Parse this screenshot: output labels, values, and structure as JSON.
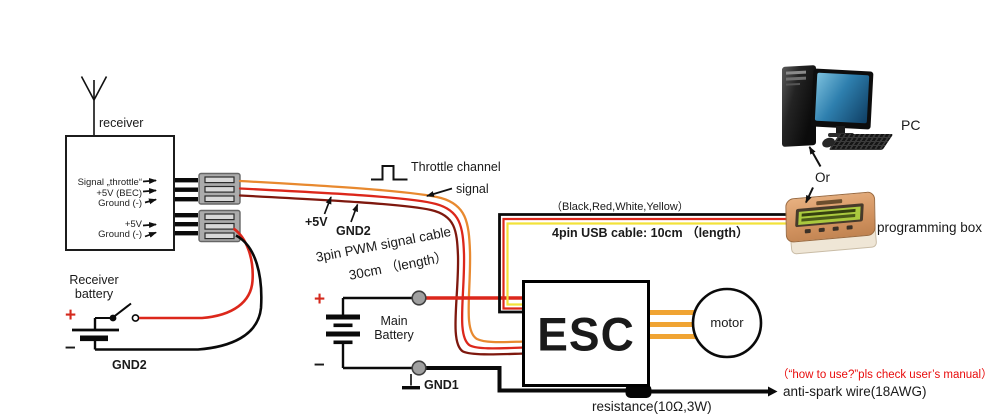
{
  "receiver": {
    "label": "receiver",
    "pins": [
      "Signal „throttle“",
      "+5V (BEC)",
      "Ground (-)",
      "+5V",
      "Ground (-)"
    ]
  },
  "receiver_battery": {
    "name_line1": "Receiver",
    "name_line2": "battery",
    "plus": "+",
    "minus": "–",
    "gnd_label": "GND2"
  },
  "signal_cable": {
    "v5_label": "+5V",
    "gnd_label": "GND2",
    "desc_line1": "3pin PWM signal cable",
    "desc_line2": "30cm （length）"
  },
  "throttle": {
    "line1": "Throttle channel",
    "line2": "signal"
  },
  "main_battery": {
    "name_line1": "Main",
    "name_line2": "Battery",
    "plus": "+",
    "minus": "–",
    "gnd_label": "GND1"
  },
  "esc": {
    "label": "ESC"
  },
  "motor": {
    "label": "motor"
  },
  "usb_cable": {
    "wire_colors": "（Black,Red,White,Yellow）",
    "desc": "4pin USB cable: 10cm （length）"
  },
  "pc": {
    "label": "PC"
  },
  "or_label": "Or",
  "programming_box": {
    "label": "programming box"
  },
  "footnotes": {
    "manual_note": "（“how to use?”pls check user’s manual）",
    "anti_spark": "anti-spark wire(18AWG)",
    "resistance": "resistance(10Ω,3W)"
  },
  "palette": {
    "wire_orange": "#E8892F",
    "wire_red": "#DC271B",
    "wire_dark_red": "#7E180E",
    "wire_yellow": "#F2E23A",
    "motor_wire": "#F0A433",
    "note_red": "#E80C0C"
  }
}
